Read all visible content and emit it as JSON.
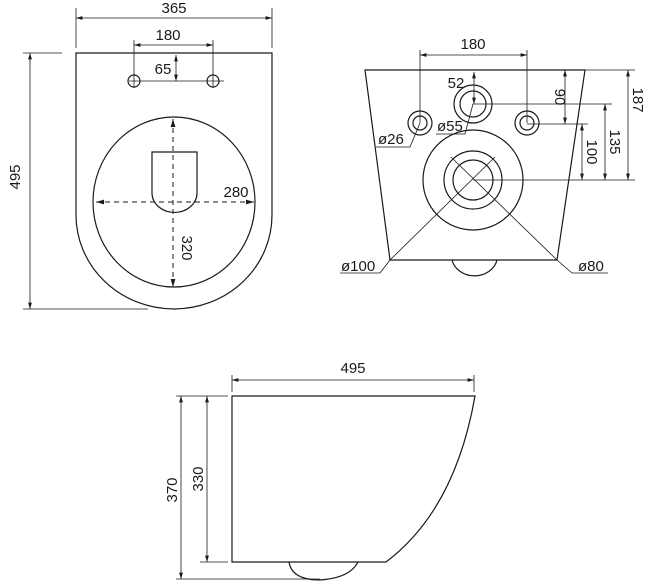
{
  "top_view": {
    "width": "365",
    "hole_spacing": "180",
    "hole_offset": "65",
    "length": "495",
    "bowl_width": "280",
    "bowl_length": "320"
  },
  "back_view": {
    "spacing": "180",
    "d52": "52",
    "d90": "90",
    "d100": "100",
    "d135": "135",
    "d187": "187",
    "dia26": "ø26",
    "dia55": "ø55",
    "dia100": "ø100",
    "dia80": "ø80"
  },
  "side_view": {
    "length": "495",
    "height_330": "330",
    "height_370": "370"
  }
}
